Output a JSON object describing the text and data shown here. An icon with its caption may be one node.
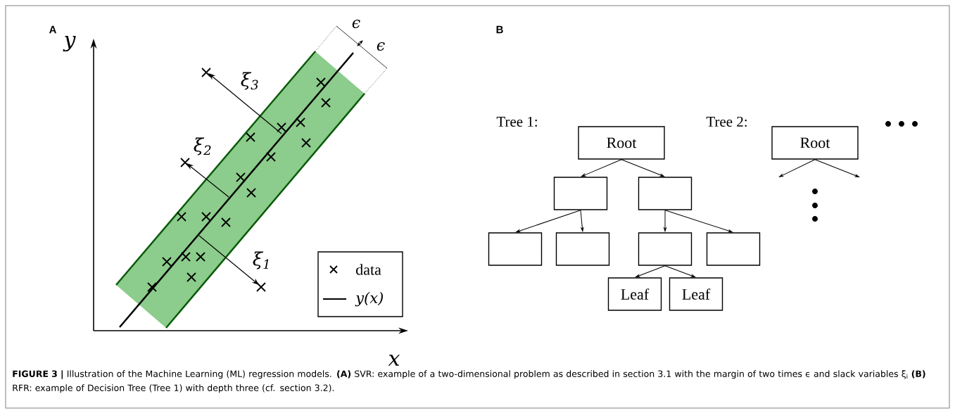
{
  "diagram": {
    "caption": "**FIGURE 3 |** Illustration of the Machine Learning (ML) regression models. **(A)** SVR: example of a two-dimensional problem as described in section 3.1 with the margin of two times ϵ and slack variables ξ$_{i}$ **(B)** RFR: example of Decision Tree (Tree 1) with depth three (cf. section 3.2).",
    "nodes": [
      {
        "text": [
          "Root"
        ]
      },
      {
        "text": [],
        "shape": "box"
      },
      {
        "text": [],
        "shape": "box"
      },
      {
        "text": [],
        "shape": "box"
      },
      {
        "text": [],
        "shape": "box"
      },
      {
        "text": [],
        "shape": "box"
      },
      {
        "text": [],
        "shape": "box"
      },
      {
        "text": [
          "Leaf"
        ]
      },
      {
        "text": [
          "Leaf"
        ]
      },
      {
        "text": [
          "Root"
        ]
      }
    ],
    "edges": [
      {
        "from": 0,
        "to": 1,
        "arrow": "to"
      },
      {
        "from": 0,
        "to": 2,
        "arrow": "to"
      },
      {
        "from": 1,
        "to": 3,
        "arrow": "to"
      },
      {
        "from": 1,
        "to": 4,
        "arrow": "to"
      },
      {
        "from": 2,
        "to": 5,
        "arrow": "to"
      },
      {
        "from": 2,
        "to": 6,
        "arrow": "to"
      },
      {
        "from": 5,
        "to": 7,
        "arrow": "to"
      },
      {
        "from": 5,
        "to": 8,
        "arrow": "to"
      },
      {
        "from": 9,
        "to": null,
        "arrow": "to"
      },
      {
        "from": 9,
        "to": null,
        "arrow": "to"
      }
    ],
    "labels": [
      "A",
      "y",
      "ϵ",
      "ϵ",
      "ξ$_{3}$",
      "ξ$_{2}$",
      "ξ$_{1}$",
      "x",
      "B",
      "Tree 1:",
      "Tree 2:"
    ],
    "legend": [
      {
        "text": "data"
      },
      {
        "text": "y(x)"
      }
    ]
  }
}
